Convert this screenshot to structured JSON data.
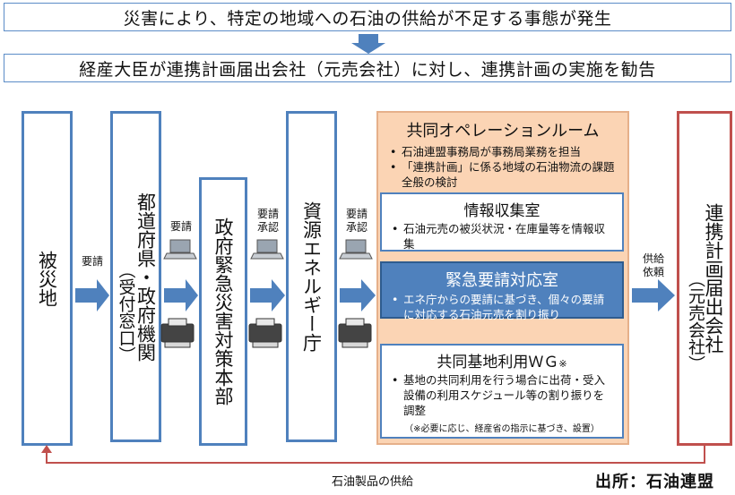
{
  "top_banner": "災害により、特定の地域への石油の供給が不足する事態が発生",
  "second_banner": "経産大臣が連携計画届出会社（元売会社）に対し、連携計画の実施を勧告",
  "columns": {
    "disaster_area": "被災地",
    "prefecture_main": "都道府県・政府機関",
    "prefecture_sub": "（受付窓口）",
    "govt_hq": "政府緊急災害対策本部",
    "agency": "資源エネルギー庁",
    "company_main": "連携計画届出会社",
    "company_sub": "（元売会社）"
  },
  "arrow_labels": {
    "a1": "要請",
    "a2": "要請",
    "a3_line1": "要請",
    "a3_line2": "承認",
    "a4_line1": "要請",
    "a4_line2": "承認",
    "a5_line1": "供給",
    "a5_line2": "依頼"
  },
  "operation_room": {
    "title": "共同オペレーションルーム",
    "bullets": [
      "石油連盟事務局が事務局業務を担当",
      "「連携計画」に係る地域の石油物流の課題全般の検討"
    ]
  },
  "info_room": {
    "title": "情報収集室",
    "bullets": [
      "石油元売の被災状況・在庫量等を情報収集"
    ]
  },
  "emergency_room": {
    "title": "緊急要請対応室",
    "bullets": [
      "エネ庁からの要請に基づき、個々の要請に対応する石油元売を割り振り"
    ]
  },
  "wg": {
    "title": "共同基地利用ＷＧ",
    "title_mark": "※",
    "bullets": [
      "基地の共同利用を行う場合に出荷・受入設備の利用スケジュール等の割り振りを調整"
    ],
    "note": "（※必要に応じ、経産省の指示に基づき、設置）"
  },
  "bottom_label": "石油製品の供給",
  "source": "出所：石油連盟",
  "colors": {
    "blue": "#4f81bd",
    "peach": "#fbd4b4",
    "red": "#c0504d"
  }
}
